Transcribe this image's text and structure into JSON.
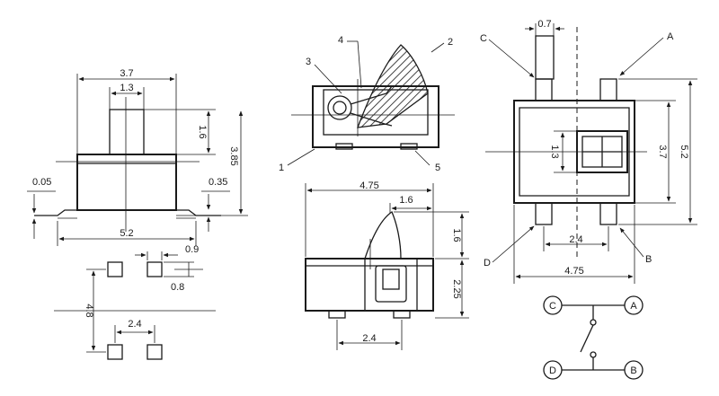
{
  "side_view": {
    "width_top": "3.7",
    "width_act": "1.3",
    "act_h": "1.6",
    "total_h": "3.85",
    "lead_t": "0.05",
    "standoff": "0.35",
    "overall_w": "5.2"
  },
  "pad_layout": {
    "pad_w": "0.9",
    "pad_h": "0.8",
    "pitch_y": "4.8",
    "pitch_x": "2.4"
  },
  "section_view": {
    "callouts": [
      "1",
      "2",
      "3",
      "4",
      "5"
    ]
  },
  "front_view": {
    "body_w": "4.75",
    "lever_w": "1.6",
    "lever_h": "1.6",
    "body_h": "2.25",
    "term_pitch": "2.4"
  },
  "top_view": {
    "terminals": [
      "A",
      "B",
      "C",
      "D"
    ],
    "lead_w": "0.7",
    "act_w": "1.3",
    "body_h": "3.7",
    "overall_h": "5.2",
    "term_pitch": "2.4",
    "body_w": "4.75"
  },
  "schematic": {
    "nodes": [
      "C",
      "A",
      "D",
      "B"
    ]
  },
  "colors": {
    "ink": "#1a1a1a",
    "paper": "#ffffff"
  }
}
